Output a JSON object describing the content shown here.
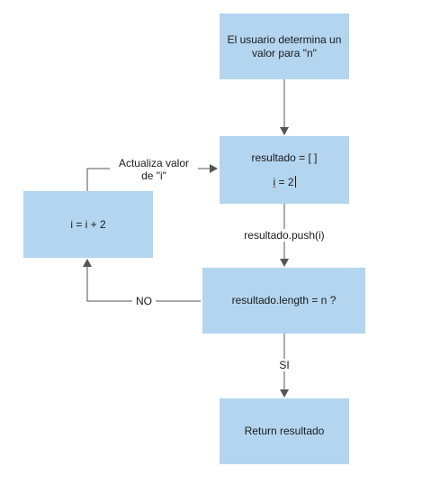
{
  "diagram": {
    "nodes": {
      "start": {
        "text": "El usuario determina un valor para \"n\""
      },
      "init": {
        "line1": "resultado = [ ]",
        "line2_var": "i",
        "line2_rest": " = 2"
      },
      "increment": {
        "text": "i = i + 2"
      },
      "check": {
        "text": "resultado.length = n ?"
      },
      "end": {
        "text": "Return resultado"
      }
    },
    "edges": {
      "update": {
        "line1": "Actualiza valor",
        "line2": "de \"i\""
      },
      "push": {
        "text": "resultado.push(i)"
      },
      "no": {
        "text": "NO"
      },
      "yes": {
        "text": "SI"
      }
    },
    "colors": {
      "box_fill": "#b3d5ef",
      "line": "#555555"
    }
  }
}
